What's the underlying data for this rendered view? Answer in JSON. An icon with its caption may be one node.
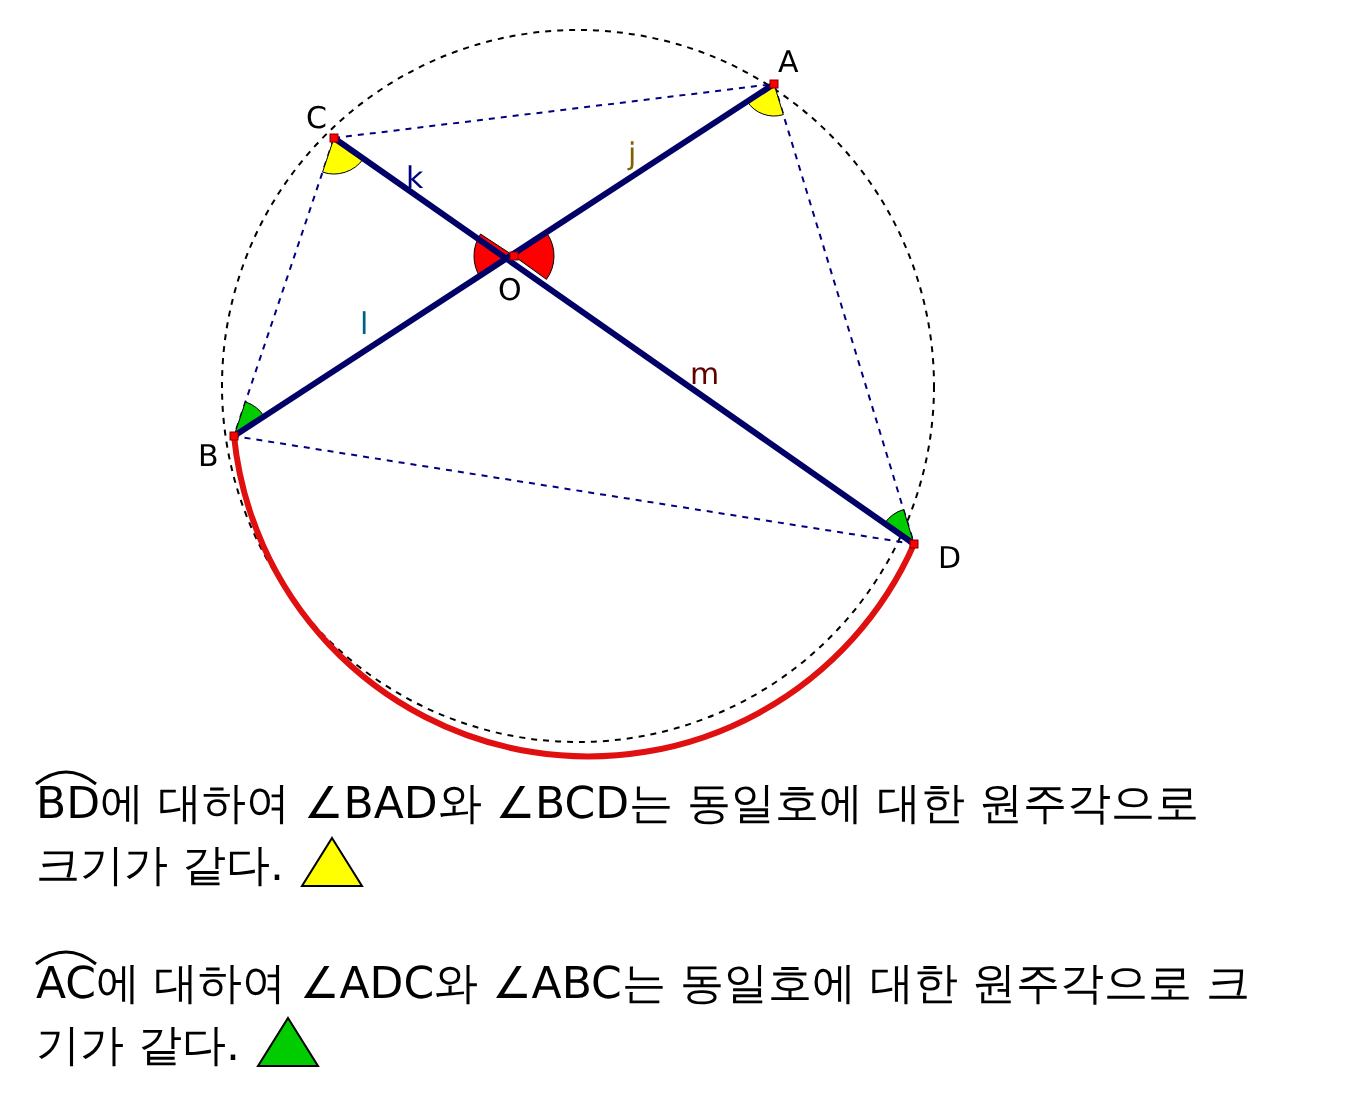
{
  "diagram": {
    "labels": [
      "C",
      "A",
      "k",
      "j",
      "O",
      "l",
      "m",
      "B",
      "D",
      "BD에 대하여 ∠BAD와 ∠BCD는 동일호에 대한 원주각으로 크기가 같다.",
      "AC에 대하여 ∠ADC와 ∠ABC는 동일호에 대한 원주각으로 크기가 같다."
    ]
  }
}
